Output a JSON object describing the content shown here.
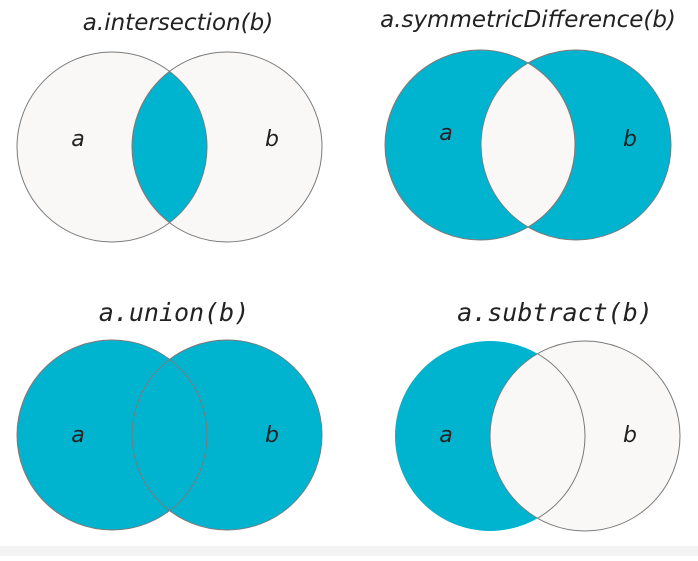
{
  "colors": {
    "fill": "#00b4d0",
    "empty": "#f9f8f7",
    "outline": "#7a7a7a"
  },
  "panels": [
    {
      "title": "a.intersection(b)",
      "label_a": "a",
      "label_b": "b"
    },
    {
      "title": "a.symmetricDifference(b)",
      "label_a": "a",
      "label_b": "b"
    },
    {
      "title": "a.union(b)",
      "label_a": "a",
      "label_b": "b"
    },
    {
      "title": "a.subtract(b)",
      "label_a": "a",
      "label_b": "b"
    }
  ]
}
